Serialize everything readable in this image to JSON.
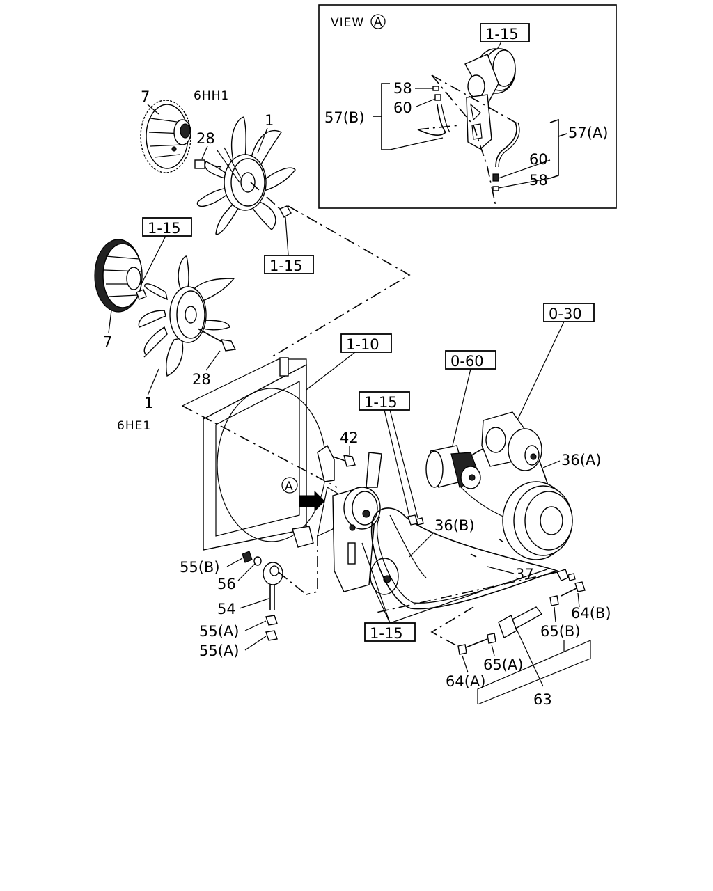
{
  "view": {
    "label": "VIEW",
    "marker": "A"
  },
  "model_labels": {
    "top": "6HH1",
    "bottom": "6HE1"
  },
  "refs": {
    "r1": "1-15",
    "r2": "1-15",
    "r3": "1-15",
    "r4": "1-10",
    "r5": "0-60",
    "r6": "0-30",
    "r7": "1-15",
    "r8": "1-15"
  },
  "callouts": {
    "p58a": "58",
    "p60a": "60",
    "p57b": "57(B)",
    "p57a": "57(A)",
    "p60b": "60",
    "p58b": "58",
    "p7a": "7",
    "p28a": "28",
    "p1a": "1",
    "p7b": "7",
    "p28b": "28",
    "p1b": "1",
    "p42": "42",
    "p36a": "36(A)",
    "p36b": "36(B)",
    "p37": "37",
    "p55b": "55(B)",
    "p56": "56",
    "p54": "54",
    "p55a1": "55(A)",
    "p55a2": "55(A)",
    "p64b": "64(B)",
    "p65b": "65(B)",
    "p65a": "65(A)",
    "p64a": "64(A)",
    "p63": "63"
  },
  "shroud_marker": "A"
}
